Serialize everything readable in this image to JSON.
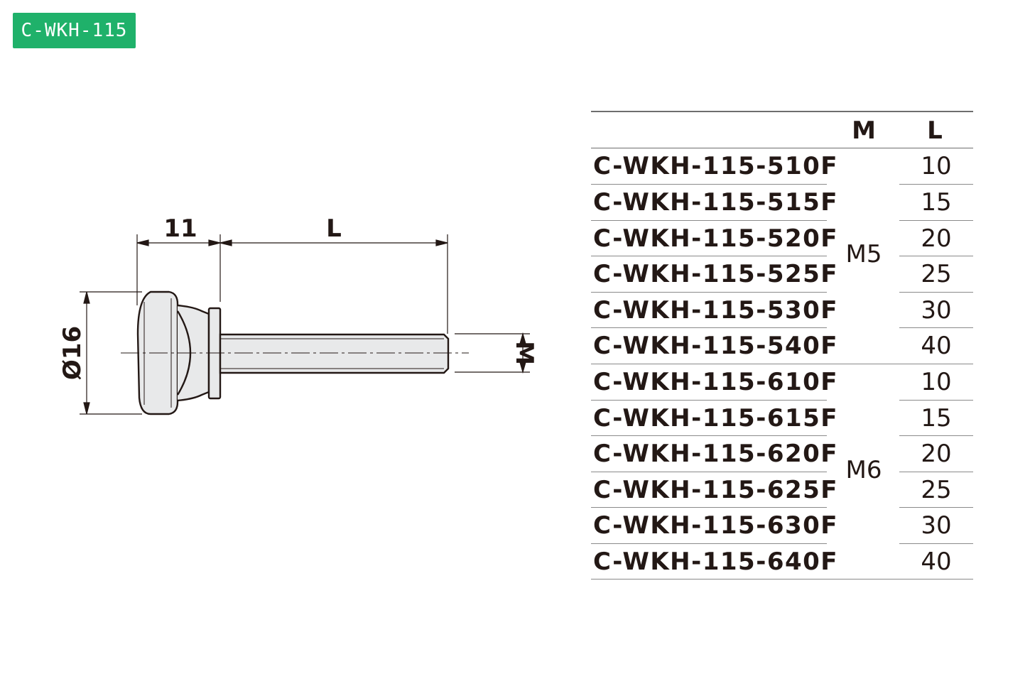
{
  "badge": {
    "label": "C-WKH-115",
    "color": "#1fb16a"
  },
  "drawing": {
    "dimensions": {
      "head_length": "11",
      "shank_length": "L",
      "head_diameter": "Ø16",
      "thread": "M"
    }
  },
  "table": {
    "headers": {
      "m": "M",
      "l": "L"
    },
    "groups": [
      {
        "m": "M5",
        "rows": [
          {
            "part": "C-WKH-115-510F",
            "l": "10"
          },
          {
            "part": "C-WKH-115-515F",
            "l": "15"
          },
          {
            "part": "C-WKH-115-520F",
            "l": "20"
          },
          {
            "part": "C-WKH-115-525F",
            "l": "25"
          },
          {
            "part": "C-WKH-115-530F",
            "l": "30"
          },
          {
            "part": "C-WKH-115-540F",
            "l": "40"
          }
        ]
      },
      {
        "m": "M6",
        "rows": [
          {
            "part": "C-WKH-115-610F",
            "l": "10"
          },
          {
            "part": "C-WKH-115-615F",
            "l": "15"
          },
          {
            "part": "C-WKH-115-620F",
            "l": "20"
          },
          {
            "part": "C-WKH-115-625F",
            "l": "25"
          },
          {
            "part": "C-WKH-115-630F",
            "l": "30"
          },
          {
            "part": "C-WKH-115-640F",
            "l": "40"
          }
        ]
      }
    ]
  }
}
